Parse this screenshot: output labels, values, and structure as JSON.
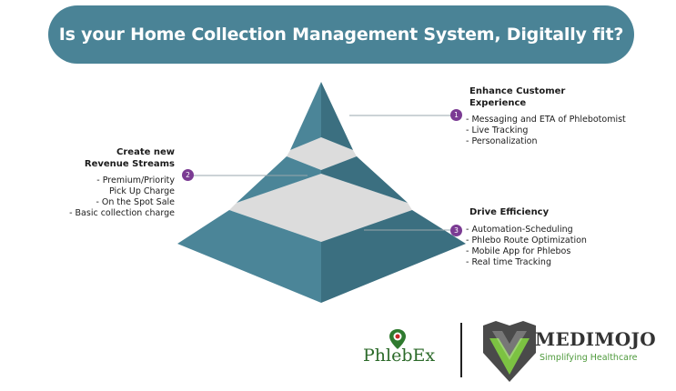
{
  "banner": {
    "title": "Is your Home Collection Management System, Digitally fit?"
  },
  "pyramid": {
    "tiers": [
      {
        "badge": "1",
        "heading": "Enhance Customer Experience",
        "items": [
          "- Messaging and ETA of Phlebotomist",
          "- Live Tracking",
          "- Personalization"
        ]
      },
      {
        "badge": "2",
        "heading": "Create new Revenue Streams",
        "items": [
          "- Premium/Priority",
          "Pick Up Charge",
          "- On the Spot Sale",
          "- Basic collection charge"
        ]
      },
      {
        "badge": "3",
        "heading": "Drive Efficiency",
        "items": [
          "- Automation-Scheduling",
          "- Phlebo Route Optimization",
          "- Mobile App for Phlebos",
          "- Real time Tracking"
        ]
      }
    ],
    "colors": {
      "left_face": "#4b8598",
      "right_face": "#3b6f80",
      "gap": "#dcdcdc",
      "badge": "#7b3b93"
    }
  },
  "logos": {
    "phlebex": "PhlebEx",
    "medimojo": {
      "name": "MEDIMOJO",
      "tagline": "Simplifying Healthcare"
    }
  }
}
